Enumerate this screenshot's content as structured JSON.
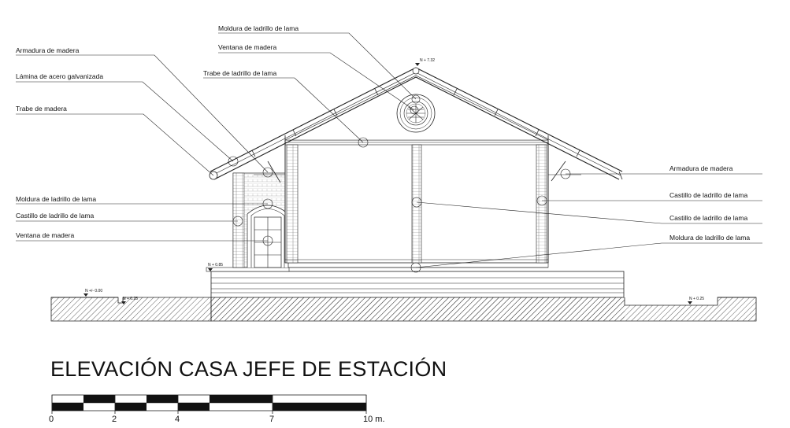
{
  "title": "ELEVACIÓN CASA JEFE DE ESTACIÓN",
  "labels": {
    "moldura_top": "Moldura de ladrillo de lama",
    "ventana_top": "Ventana de madera",
    "armadura_left": "Armadura de madera",
    "lamina": "Lámina de acero galvanizada",
    "trabe_ladrillo": "Trabe de ladrillo de lama",
    "trabe_madera": "Trabe de madera",
    "moldura_left": "Moldura de ladrillo de lama",
    "castillo_left": "Castillo de ladrillo de lama",
    "ventana_left": "Ventana de madera",
    "armadura_right": "Armadura de madera",
    "castillo_right1": "Castillo de ladrillo de lama",
    "castillo_right2": "Castillo de ladrillo de lama",
    "moldura_right": "Moldura de ladrillo de lama"
  },
  "levels": {
    "ridge": "N + 7.32",
    "floor": "N + 0.85",
    "ground": "N +/- 0.00",
    "left_low": "N + 0.25",
    "right_low": "N + 0.25"
  },
  "scale": {
    "ticks": [
      "0",
      "2",
      "4",
      "7",
      "10 m."
    ]
  }
}
